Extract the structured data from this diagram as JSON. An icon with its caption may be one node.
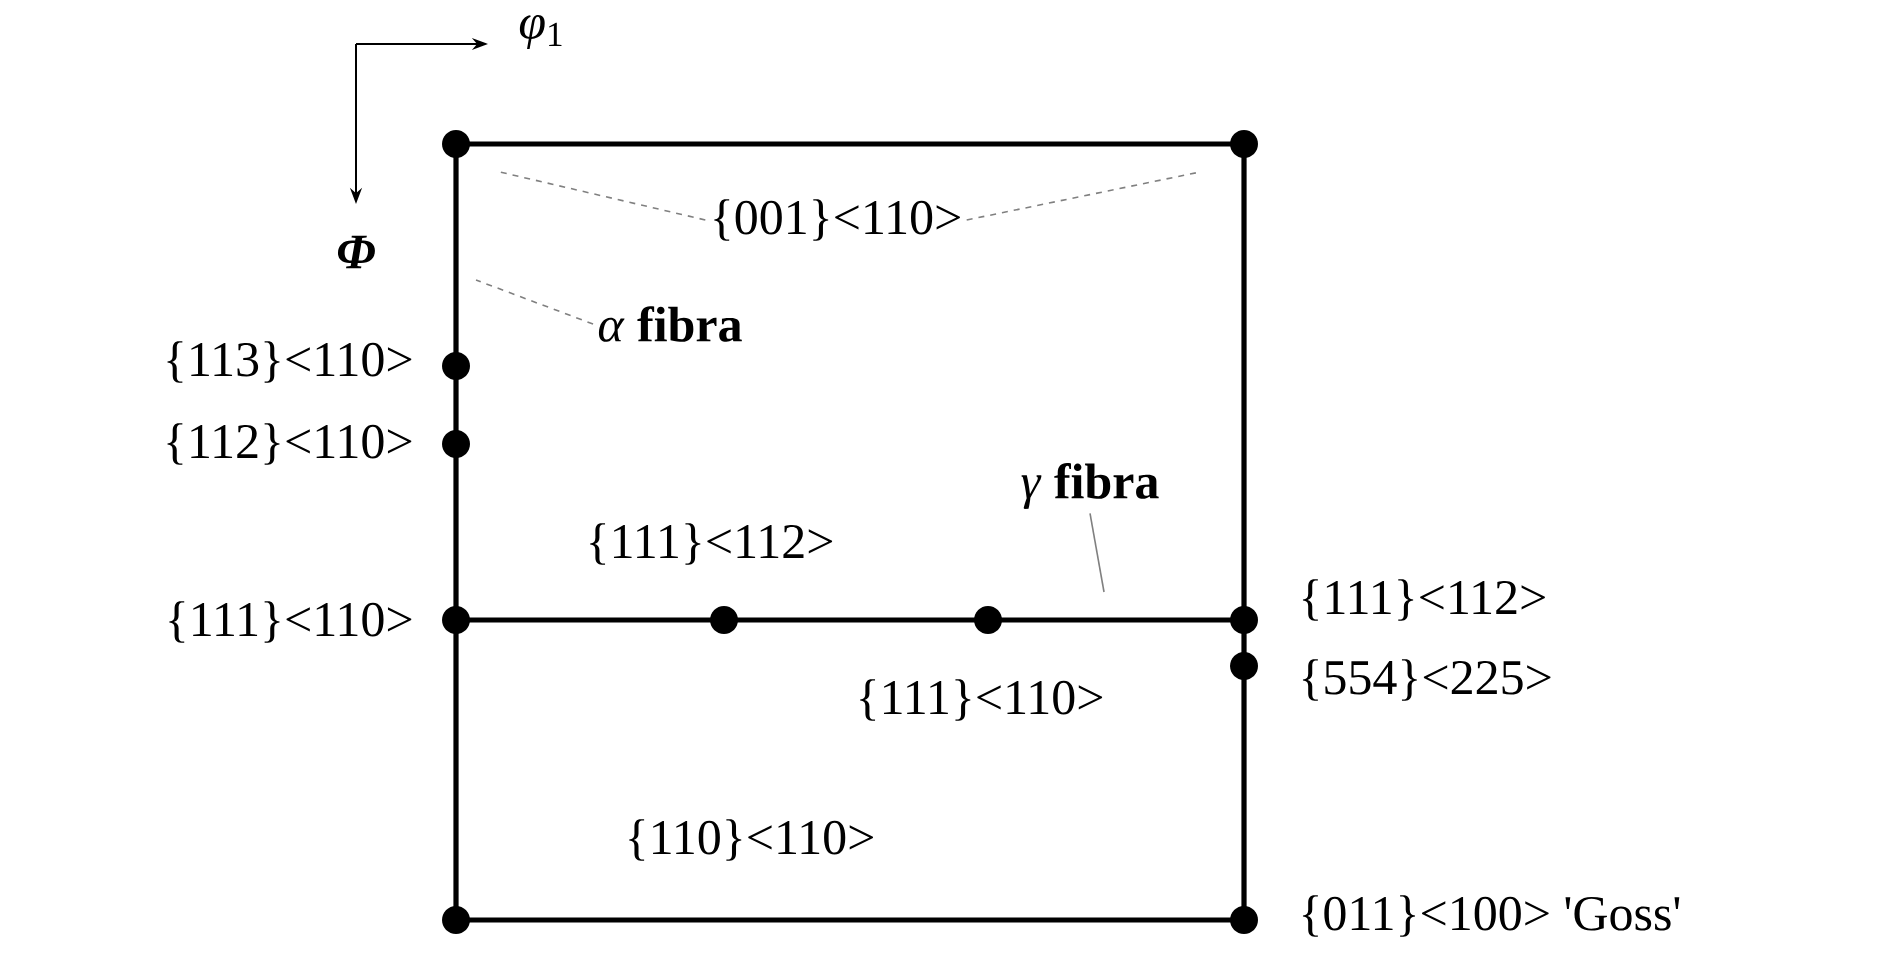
{
  "diagram": {
    "nodes": [
      {
        "text": [
          "{001}<110>"
        ]
      },
      {
        "text": [
          "*α* **fibra**"
        ]
      },
      {
        "text": [
          "*γ* **fibra**"
        ]
      }
    ],
    "edges": [
      {
        "from": 0,
        "to": null,
        "arrow": "none",
        "style": "dashed"
      },
      {
        "from": 0,
        "to": null,
        "arrow": "none",
        "style": "dashed"
      },
      {
        "from": 1,
        "to": null,
        "arrow": "none",
        "style": "dashed"
      },
      {
        "from": 2,
        "to": null,
        "arrow": "none"
      }
    ],
    "labels": [
      "*φ*$_{1}$",
      "Φ",
      "{113}<110>",
      "{112}<110>",
      "{111}<112>",
      "{111}<110>",
      "{111}<112>",
      "{554}<225>",
      "{111}<110>",
      "{110}<110>",
      "{011}<100> 'Goss'"
    ]
  }
}
